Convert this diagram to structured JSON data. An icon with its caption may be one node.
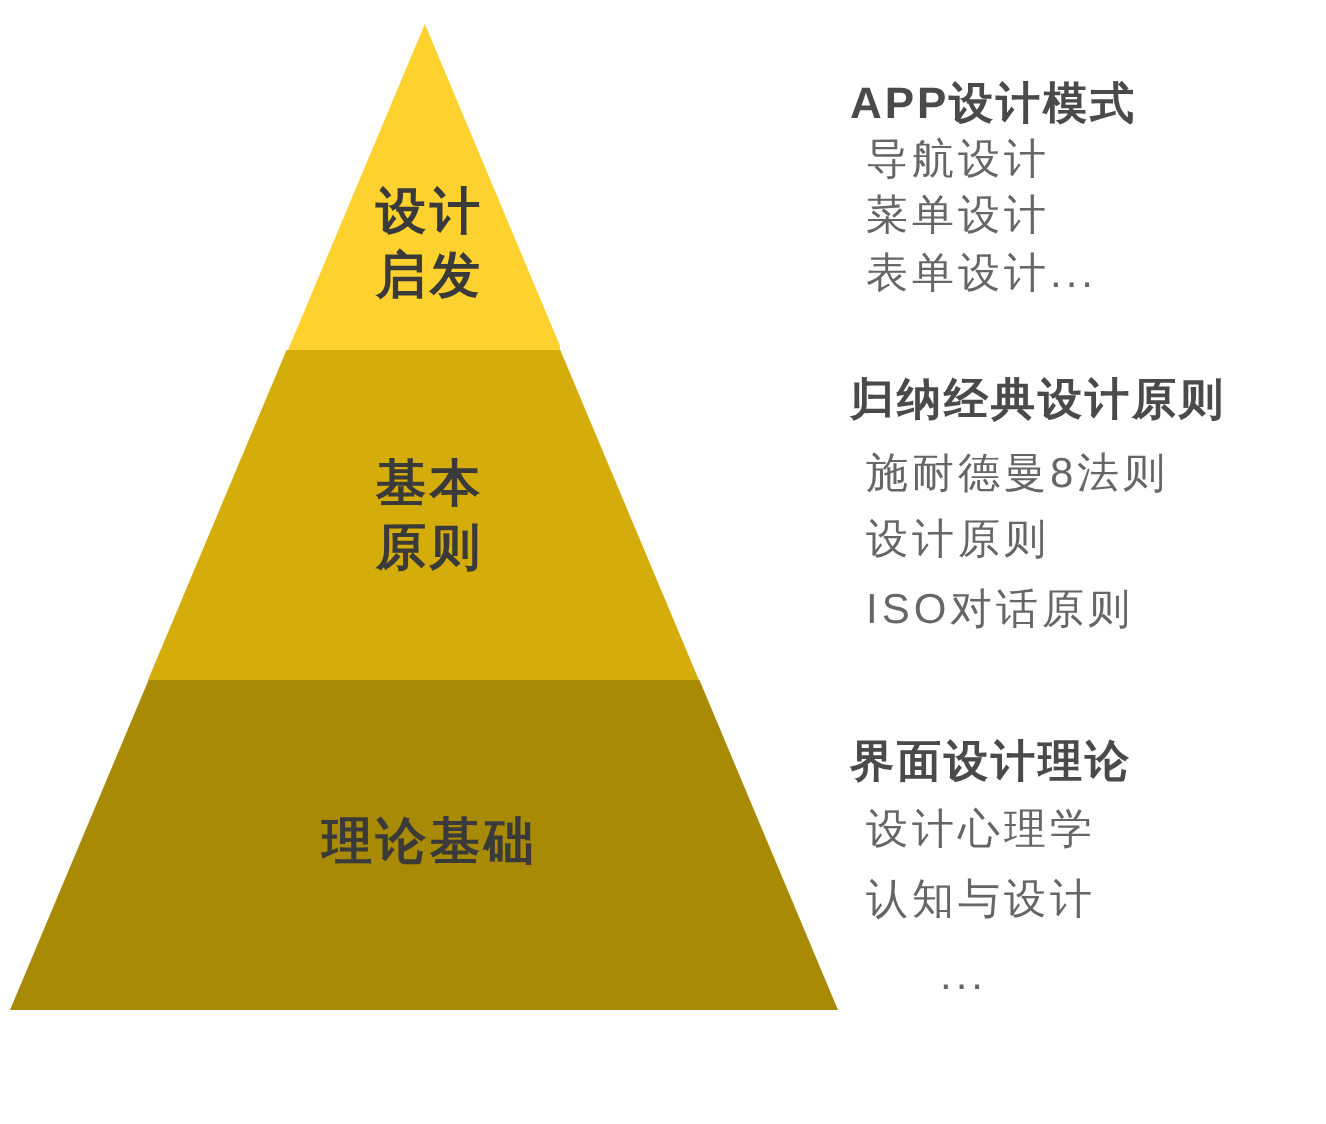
{
  "diagram": {
    "nodes": [
      {
        "text": [
          "设计启发"
        ],
        "beside": [
          "APP设计模式",
          "导航设计",
          "菜单设计",
          "表单设计..."
        ]
      },
      {
        "text": [
          "基本原则"
        ],
        "beside": [
          "归纳经典设计原则",
          "施耐德曼8法则",
          "设计原则",
          "ISO对话原则"
        ]
      },
      {
        "text": [
          "理论基础"
        ],
        "beside": [
          "界面设计理论",
          "设计心理学",
          "认知与设计",
          "..."
        ]
      }
    ]
  }
}
